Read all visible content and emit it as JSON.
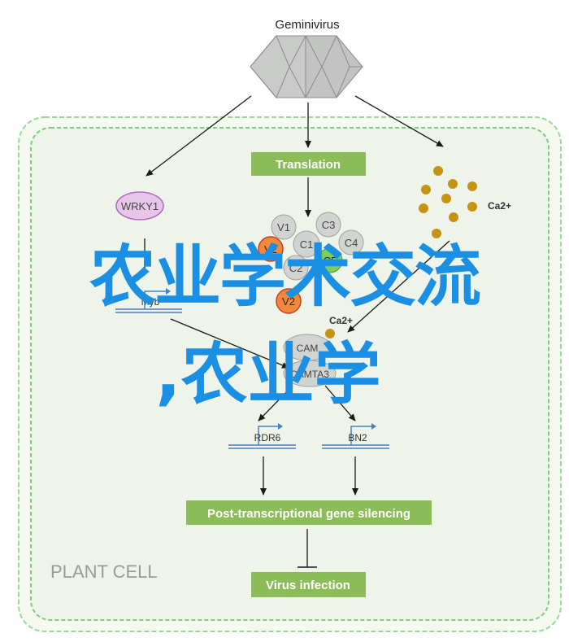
{
  "diagram": {
    "virus_label": "Geminivirus",
    "translation": "Translation",
    "wrky": "WRKY1",
    "ca_top": "Ca2+",
    "v1": "V1",
    "v2a": "V2",
    "c3": "C3",
    "c1": "C1",
    "c4": "C4",
    "c2": "C2",
    "c5": "C5",
    "v2b": "V2",
    "myb": "Myb",
    "ca_mid": "Ca2+",
    "cam": "CAM",
    "camta": "CAMTA3",
    "rdr6": "RDR6",
    "bn2": "BN2",
    "ptgs": "Post-transcriptional gene silencing",
    "virus_infection": "Virus infection",
    "plant_cell": "PLANT CELL",
    "colors": {
      "cell_border": "#8fd48f",
      "cell_fill": "#eef5ea",
      "green_box": "#8cbc58",
      "wrky_fill": "#e8c6ea",
      "v2_fill": "#f08a3a",
      "c5_fill": "#7fce5a",
      "ca_dot": "#c69314",
      "grey_circle": "#cfd1cf"
    }
  },
  "watermark": {
    "line1": "农业学术交流",
    "line2": ",农业学"
  }
}
